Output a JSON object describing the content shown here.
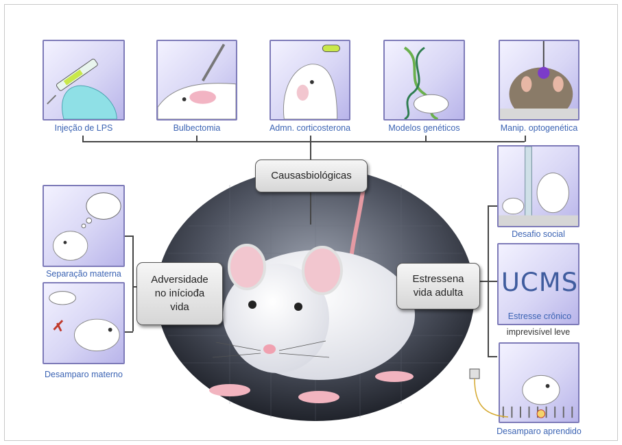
{
  "title": "Causasbiológicas",
  "categories": {
    "early_life": "Adversidade no iníciođa vida",
    "early_life_lines": [
      "Adversidade",
      "no iníciođa",
      "vida"
    ],
    "adult_stress_lines": [
      "Estressena",
      "vida adulta"
    ]
  },
  "top_panels": [
    {
      "label": "Injeção de LPS",
      "icon": "syringe-icon"
    },
    {
      "label": "Bulbectomia",
      "icon": "scalpel-icon"
    },
    {
      "label": "Admn. corticosterona",
      "icon": "pill-icon"
    },
    {
      "label": "Modelos genéticos",
      "icon": "dna-icon"
    },
    {
      "label": "Manip. optogenética",
      "icon": "optic-fiber-icon"
    }
  ],
  "left_panels": [
    {
      "label": "Separação materna"
    },
    {
      "label": "Desamparo materno"
    }
  ],
  "right_panels": [
    {
      "label": "Desafio social"
    },
    {
      "label_lines": [
        "Estresse crônico",
        "imprevisível leve"
      ],
      "overlay": "UCMS"
    },
    {
      "label": "Desamparo aprendido"
    }
  ],
  "colors": {
    "label_blue": "#3b63b3",
    "panel_border": "#7d7ab8",
    "callout_border": "#555555"
  }
}
